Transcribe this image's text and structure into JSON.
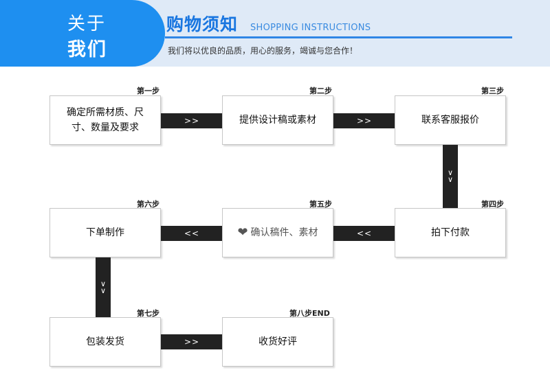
{
  "header": {
    "about_line1": "关于",
    "about_line2": "我们",
    "title_cn": "购物须知",
    "title_en": "SHOPPING INSTRUCTIONS",
    "slogan": "我们将以优良的品质，用心的服务，竭诚与您合作！"
  },
  "steps": [
    {
      "label": "第一步",
      "text_line1": "确定所需材质、尺",
      "text_line2": "寸、数量及要求"
    },
    {
      "label": "第二步",
      "text": "提供设计稿或素材"
    },
    {
      "label": "第三步",
      "text": "联系客服报价"
    },
    {
      "label": "第四步",
      "text": "拍下付款"
    },
    {
      "label": "第五步",
      "text": "确认稿件、素材"
    },
    {
      "label": "第六步",
      "text": "下单制作"
    },
    {
      "label": "第七步",
      "text": "包装发货"
    },
    {
      "label": "第八步END",
      "text": "收货好评"
    }
  ],
  "arrows": {
    "right": ">>",
    "left": "<<",
    "down": "∨∨"
  },
  "colors": {
    "brand_blue": "#1e8ff0",
    "header_bg": "#dfeaf7",
    "connector": "#222222"
  }
}
